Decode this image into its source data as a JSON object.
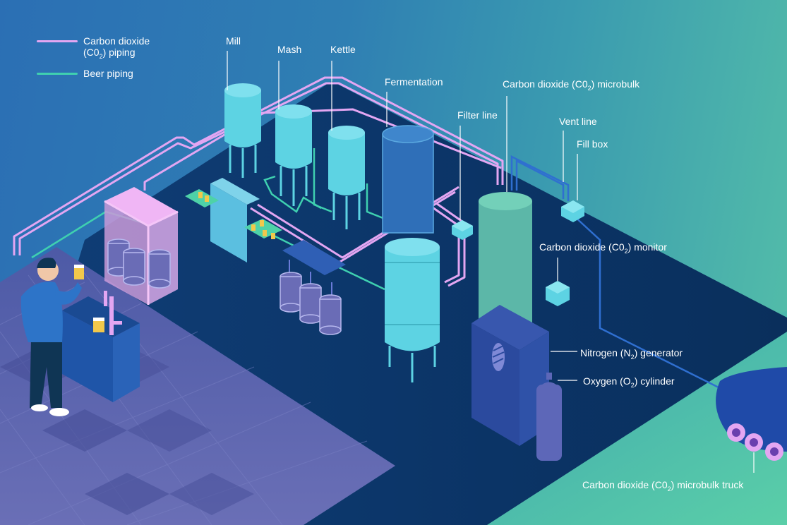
{
  "legend": {
    "co2_label_line1": "Carbon dioxide",
    "co2_label_line2_prefix": "(C0",
    "co2_label_line2_sub": "2",
    "co2_label_line2_suffix": ") piping",
    "beer_label": "Beer piping"
  },
  "labels": {
    "mill": "Mill",
    "mash": "Mash",
    "kettle": "Kettle",
    "fermentation": "Fermentation",
    "filter_line": "Filter line",
    "microbulk_prefix": "Carbon dioxide (C0",
    "microbulk_sub": "2",
    "microbulk_suffix": ") microbulk",
    "vent_line": "Vent line",
    "fill_box": "Fill box",
    "monitor_prefix": "Carbon dioxide (C0",
    "monitor_sub": "2",
    "monitor_suffix": ") monitor",
    "nitrogen_prefix": "Nitrogen (N",
    "nitrogen_sub": "2",
    "nitrogen_suffix": ") generator",
    "oxygen_prefix": "Oxygen (O",
    "oxygen_sub": "2",
    "oxygen_suffix": ") cylinder",
    "truck_prefix": "Carbon dioxide (C0",
    "truck_sub": "2",
    "truck_suffix": ") microbulk truck"
  },
  "colors": {
    "co2_piping": "#e3a6f2",
    "beer_piping": "#3fd0b0",
    "tank_cyan": "#5dd3e3",
    "floor_dark": "#0d3a70",
    "tile_purple": "#5e66ae"
  }
}
